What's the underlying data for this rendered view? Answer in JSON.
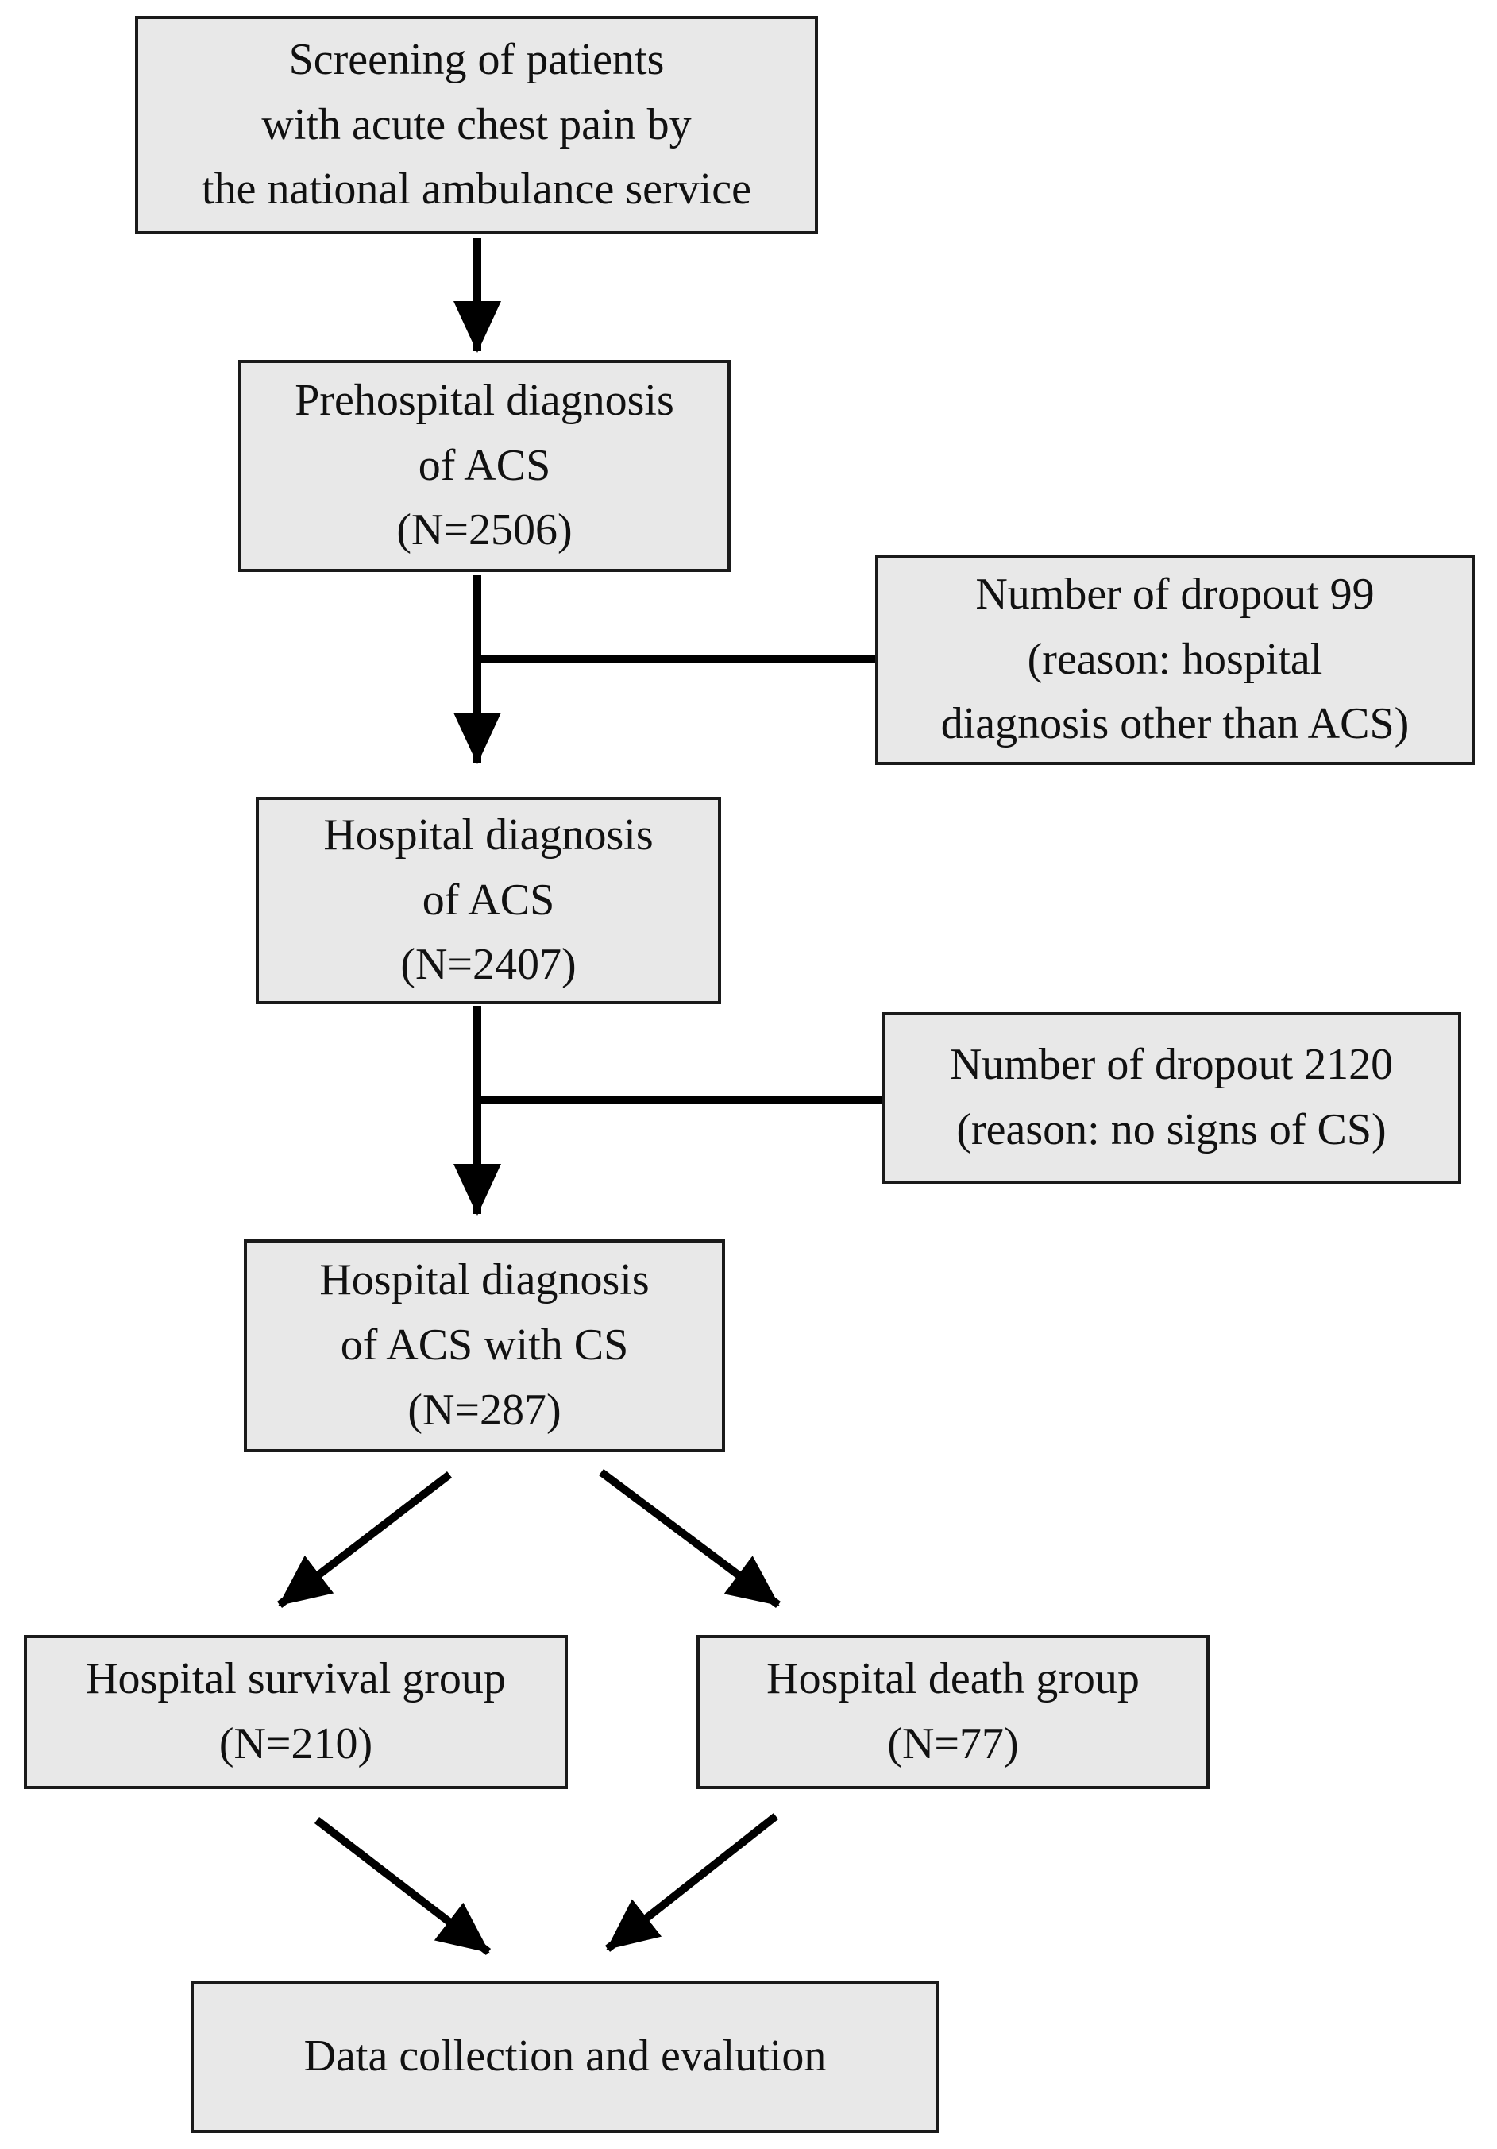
{
  "colors": {
    "box_fill": "#e8e8e8",
    "box_border": "#1a1a1a",
    "arrow": "#000000",
    "background": "#ffffff",
    "text": "#111111"
  },
  "boxes": {
    "screening": {
      "text": "Screening of patients\nwith acute chest pain by\nthe national ambulance service"
    },
    "prehospital": {
      "text": "Prehospital diagnosis\nof ACS\n(N=2506)"
    },
    "dropout_acs": {
      "text": "Number of dropout 99\n(reason: hospital\ndiagnosis other than ACS)"
    },
    "hospital_acs": {
      "text": "Hospital diagnosis\nof ACS\n(N=2407)"
    },
    "dropout_cs": {
      "text": "Number of dropout 2120\n(reason: no signs of CS)"
    },
    "acs_with_cs": {
      "text": "Hospital diagnosis\nof ACS with CS\n(N=287)"
    },
    "survival": {
      "text": "Hospital survival group\n(N=210)"
    },
    "death": {
      "text": "Hospital death group\n(N=77)"
    },
    "final": {
      "text": "Data collection and evalution"
    }
  }
}
